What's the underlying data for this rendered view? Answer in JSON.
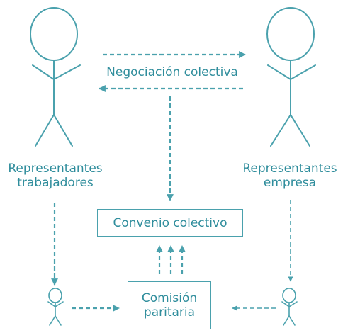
{
  "colors": {
    "stroke": "#4aa1ad",
    "text": "#2f8d9c"
  },
  "icons": [
    "stick-figure-icon"
  ],
  "labels": {
    "workers_line1": "Representantes",
    "workers_line2": "trabajadores",
    "company_line1": "Representantes",
    "company_line2": "empresa",
    "negotiation": "Negociación colectiva"
  },
  "boxes": {
    "agreement": "Convenio colectivo",
    "commission_line1": "Comisión",
    "commission_line2": "paritaria"
  }
}
